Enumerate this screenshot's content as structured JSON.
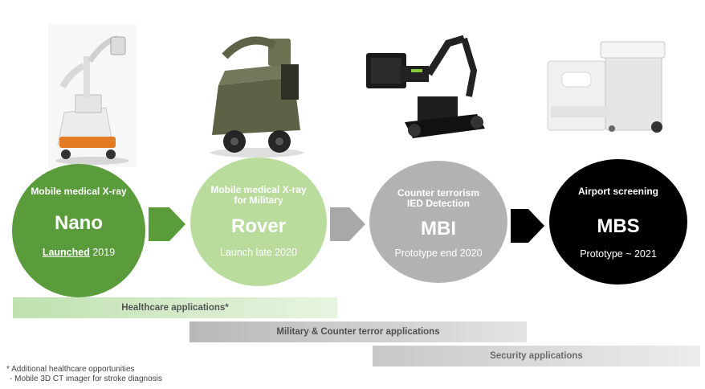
{
  "products": [
    {
      "sub_title": "Mobile medical X-ray",
      "name": "Nano",
      "status_emphasis": "Launched",
      "status_rest": " 2019",
      "color": "#5a9b3c"
    },
    {
      "sub_title_line1": "Mobile medical X-ray",
      "sub_title_line2": "for Military",
      "name": "Rover",
      "status": "Launch late 2020",
      "color": "#b9db9c"
    },
    {
      "sub_title_line1": "Counter terrorism",
      "sub_title_line2": "IED Detection",
      "name": "MBI",
      "status": "Prototype end 2020",
      "color": "#b2b2b2"
    },
    {
      "sub_title": "Airport screening",
      "name": "MBS",
      "status": "Prototype ~ 2021",
      "color": "#000000"
    }
  ],
  "applications": {
    "healthcare": "Healthcare applications*",
    "military": "Military & Counter terror applications",
    "security": "Security applications"
  },
  "footnote": {
    "line1": "* Additional healthcare opportunities",
    "line2": "- Mobile 3D CT imager for stroke diagnosis"
  },
  "colors": {
    "arrow_green": "#5a9b3c",
    "arrow_grey": "#a8a8a8",
    "arrow_black": "#000000"
  },
  "icons": [
    "xray-machine-icon",
    "rover-robot-icon",
    "tracked-robot-icon",
    "scanner-cart-icon"
  ]
}
